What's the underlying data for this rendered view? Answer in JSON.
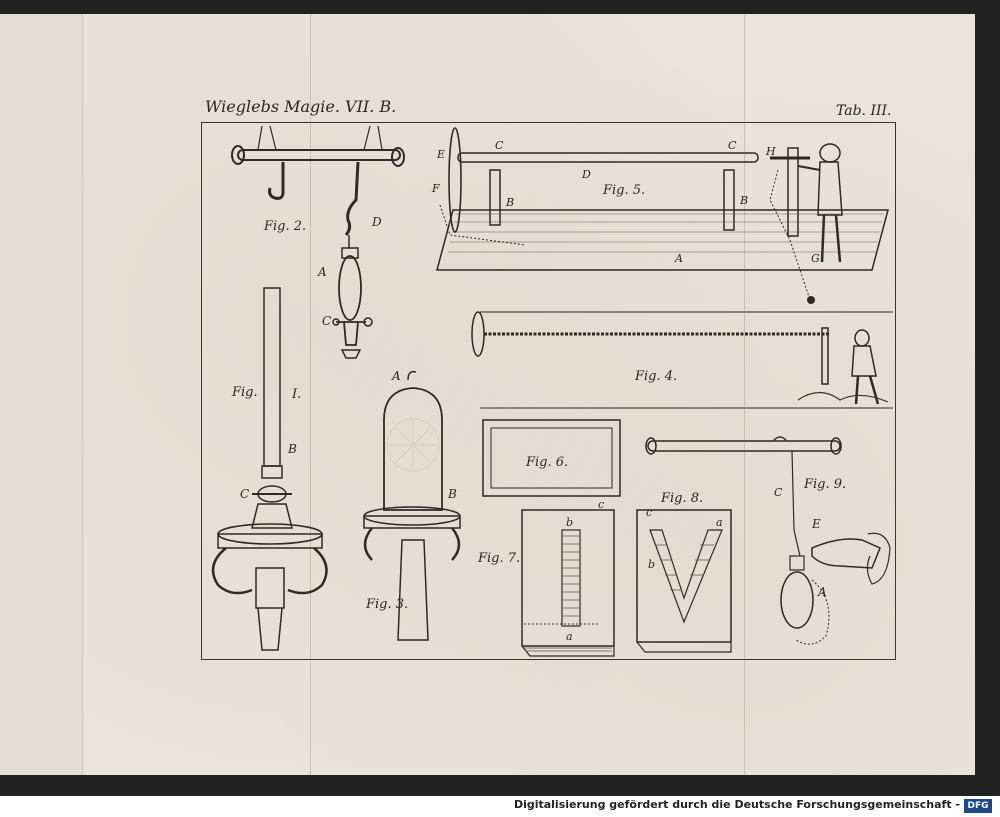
{
  "header": {
    "left_title": "Wieglebs Magie. VII. B.",
    "plate_number": "Tab. III."
  },
  "figures": [
    {
      "id": "fig2",
      "caption": "Fig. 2.",
      "labels": [
        "D",
        "A",
        "C"
      ]
    },
    {
      "id": "fig5",
      "caption": "Fig. 5.",
      "labels": [
        "E",
        "C",
        "D",
        "C",
        "H",
        "F",
        "B",
        "B",
        "A",
        "G"
      ]
    },
    {
      "id": "fig4",
      "caption": "Fig. 4."
    },
    {
      "id": "fig1",
      "caption_fig": "Fig.",
      "caption_num": "I.",
      "labels": [
        "B",
        "C"
      ]
    },
    {
      "id": "fig3",
      "caption": "Fig. 3.",
      "labels": [
        "A",
        "B"
      ]
    },
    {
      "id": "fig6",
      "caption": "Fig. 6."
    },
    {
      "id": "fig7",
      "caption": "Fig. 7.",
      "labels": [
        "b",
        "c",
        "a"
      ]
    },
    {
      "id": "fig8",
      "caption": "Fig. 8.",
      "labels": [
        "c",
        "a",
        "b"
      ]
    },
    {
      "id": "fig9",
      "caption": "Fig. 9.",
      "labels": [
        "C",
        "E",
        "A"
      ]
    }
  ],
  "footer": {
    "credit": "Digitalisierung gefördert durch die Deutsche Forschungsgemeinschaft -",
    "logo": "DFG"
  }
}
